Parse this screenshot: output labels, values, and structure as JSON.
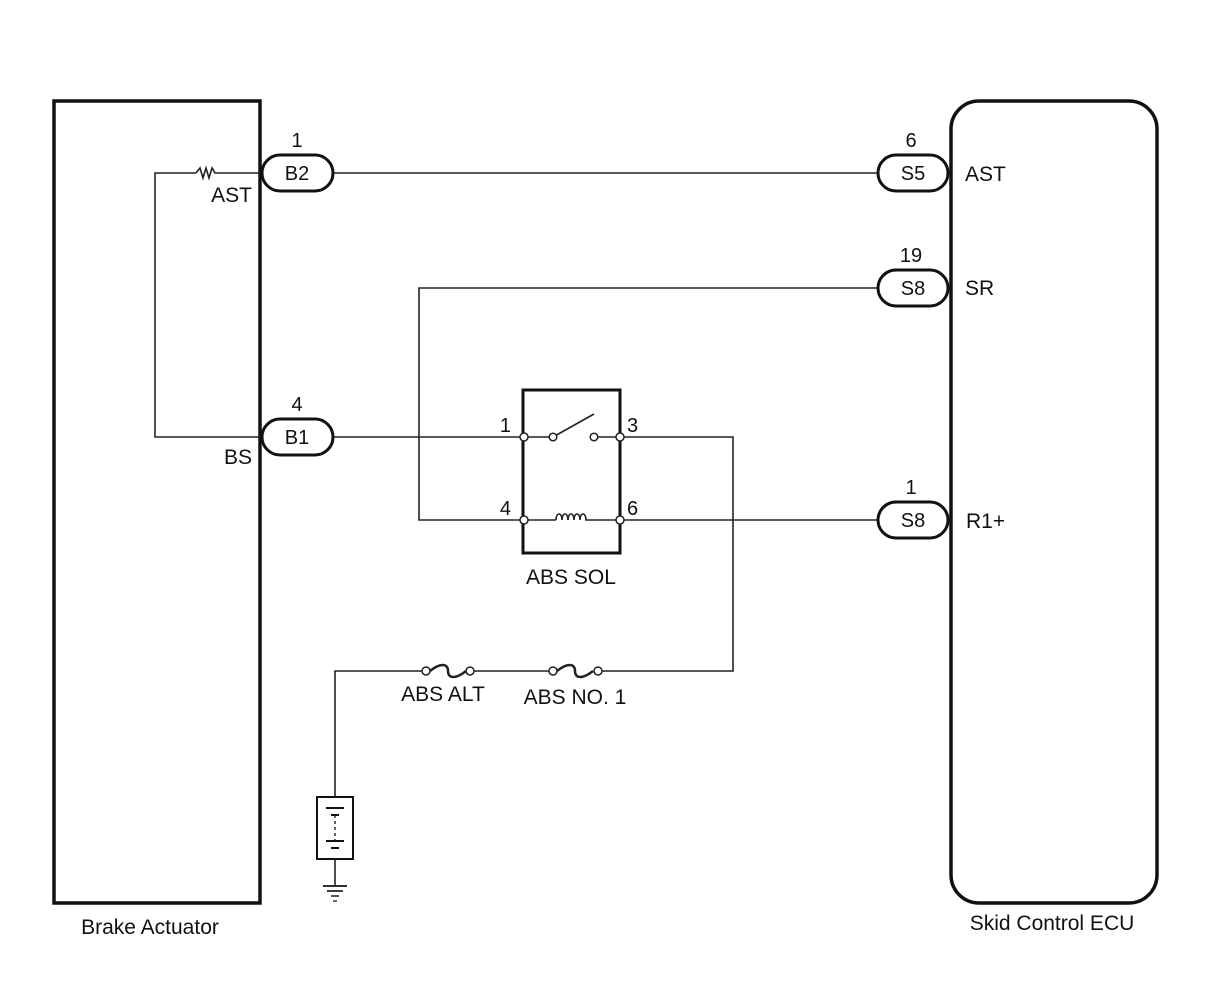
{
  "components": {
    "brake_actuator": "Brake Actuator",
    "skid_control_ecu": "Skid Control ECU",
    "abs_sol_relay": "ABS SOL",
    "fuse_abs_alt": "ABS ALT",
    "fuse_abs_no1": "ABS NO. 1"
  },
  "actuator_pins": {
    "ast": {
      "signal": "AST",
      "connector": "B2",
      "pin": "1"
    },
    "bs": {
      "signal": "BS",
      "connector": "B1",
      "pin": "4"
    }
  },
  "ecu_pins": {
    "ast": {
      "signal": "AST",
      "connector": "S5",
      "pin": "6"
    },
    "sr": {
      "signal": "SR",
      "connector": "S8",
      "pin": "19"
    },
    "r1": {
      "signal": "R1+",
      "connector": "S8",
      "pin": "1"
    }
  },
  "relay_terminals": [
    "1",
    "3",
    "4",
    "6"
  ]
}
